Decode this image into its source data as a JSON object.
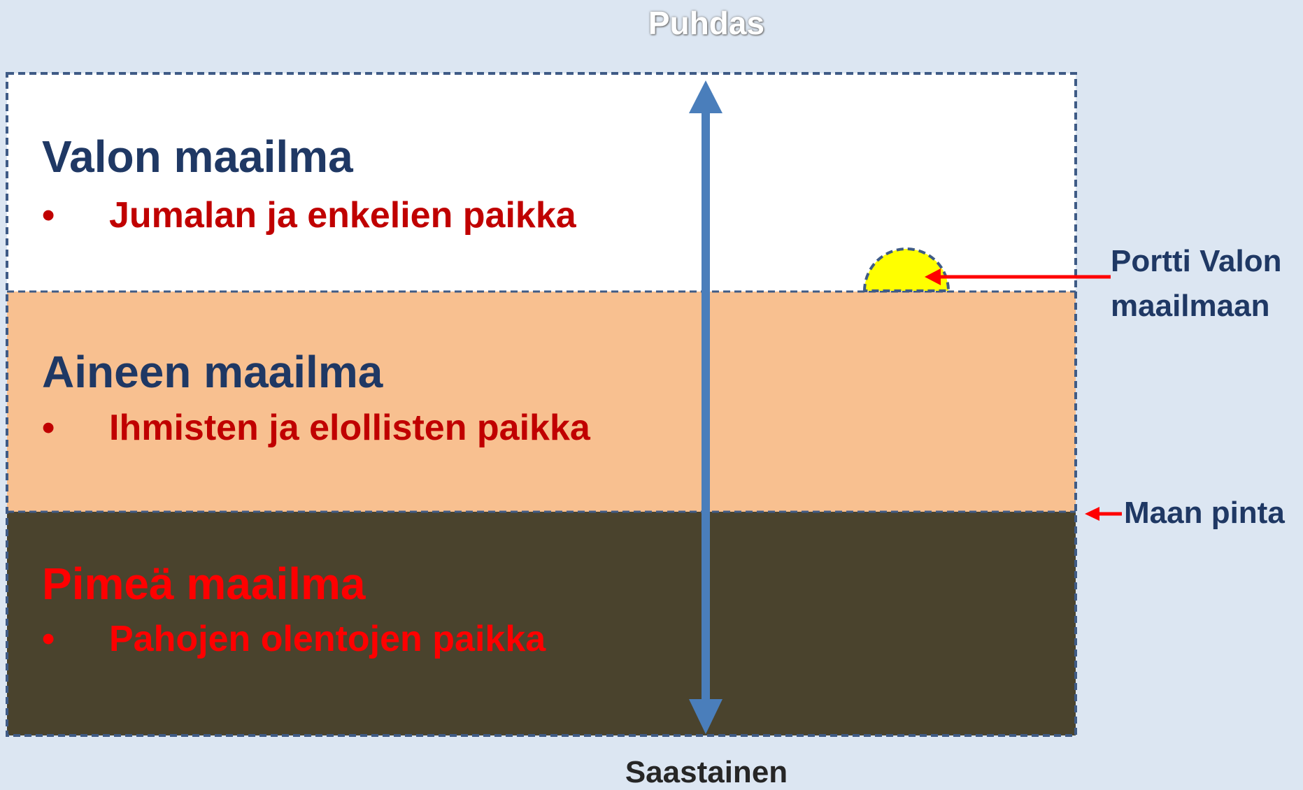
{
  "axis": {
    "top_label": "Puhdas",
    "bottom_label": "Saastainen"
  },
  "worlds": [
    {
      "title": "Valon maailma",
      "bullet": "Jumalan ja enkelien paikka",
      "color": "#ffffff"
    },
    {
      "title": "Aineen maailma",
      "bullet": "Ihmisten ja elollisten paikka",
      "color": "#f8c090"
    },
    {
      "title": "Pimeä maailma",
      "bullet": "Pahojen olentojen paikka",
      "color": "#4a432d"
    }
  ],
  "bullet_symbol": "•",
  "annotations": {
    "gate_line1": "Portti Valon",
    "gate_line2": "maailmaan",
    "surface": "Maan pinta"
  },
  "colors": {
    "background": "#dce6f2",
    "border": "#3f5b86",
    "arrow": "#4a7ebb",
    "pointer": "#ff0000",
    "gate": "#ffff00",
    "title": "#1f3864",
    "bullet_text": "#c00000",
    "dark_text": "#ff0000"
  }
}
